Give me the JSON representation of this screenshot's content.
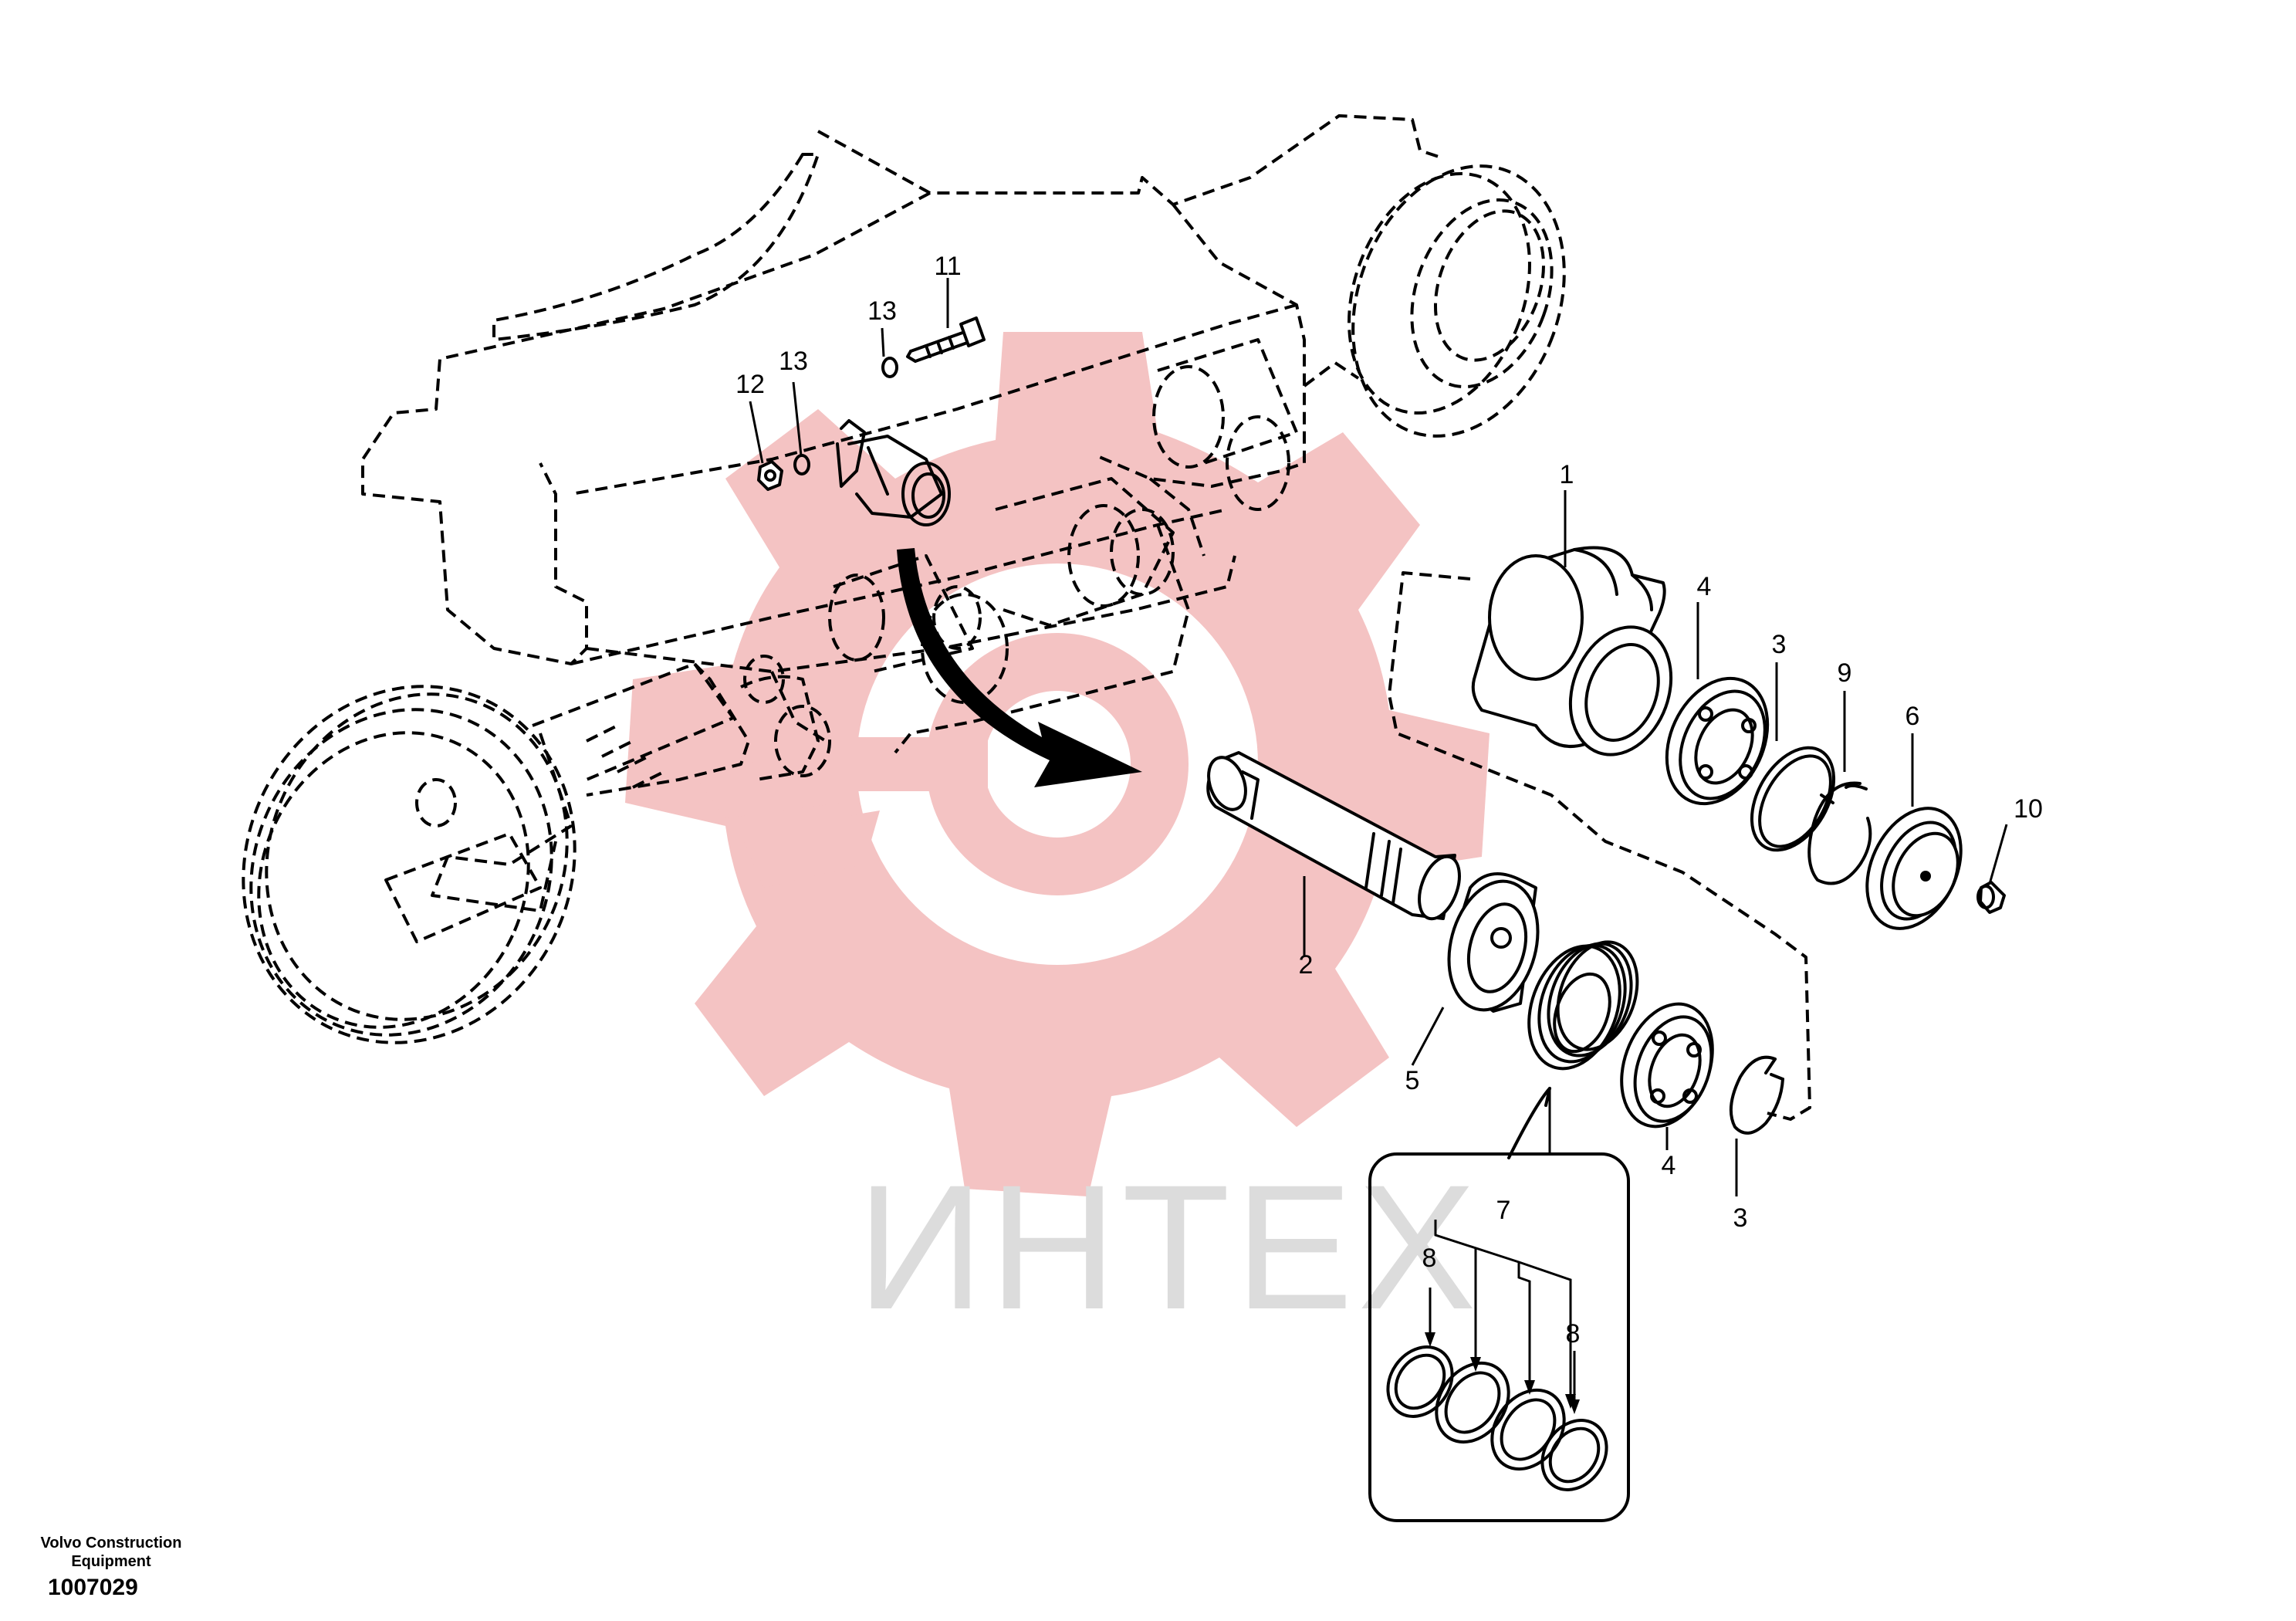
{
  "watermark": {
    "text": "ИНТЕХ",
    "gear_color": "#f4c3c3",
    "text_color": "#dcdcdc"
  },
  "footer": {
    "line1": "Volvo Construction",
    "line2": "Equipment",
    "code": "1007029"
  },
  "callouts": {
    "c1": "1",
    "c2": "2",
    "c3a": "3",
    "c3b": "3",
    "c4a": "4",
    "c4b": "4",
    "c5": "5",
    "c6": "6",
    "c7": "7",
    "c8a": "8",
    "c8b": "8",
    "c9": "9",
    "c10": "10",
    "c11": "11",
    "c12": "12",
    "c13a": "13",
    "c13b": "13"
  }
}
